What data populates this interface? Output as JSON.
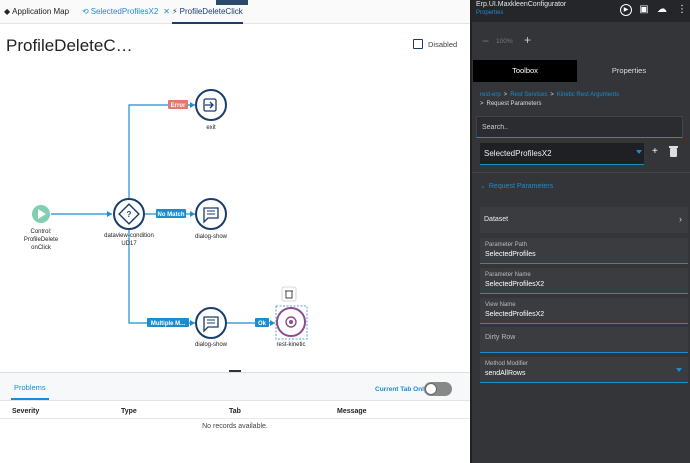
{
  "tabs": [
    {
      "label": "Application Map"
    },
    {
      "label": "SelectedProfilesX2"
    },
    {
      "label": "ProfileDeleteClick"
    }
  ],
  "canvas": {
    "title": "ProfileDeleteC…",
    "disabled_label": "Disabled"
  },
  "flow": {
    "nodes": {
      "control": [
        "Control:",
        "ProfileDelete",
        "onClick"
      ],
      "condition": [
        "dataview-condition",
        "UD17"
      ],
      "exit": "exit",
      "dialog1": "dialog-show",
      "dialog2": "dialog-show",
      "rest": "rest-kinetic"
    },
    "edges": {
      "error": "Error",
      "nomatch": "No Match",
      "multiple": "Multiple M...",
      "ok": "Ok"
    },
    "colors": {
      "node_stroke": "#1a3d6d",
      "edge": "#1d8ccf",
      "error": "#e8766f",
      "control": "#7fcfb0",
      "rest": "#8e4a8f"
    }
  },
  "problems": {
    "tab": "Problems",
    "current_tab_only": "Current Tab Only",
    "columns": [
      "Severity",
      "Type",
      "Tab",
      "Message"
    ],
    "empty": "No records available."
  },
  "rightpane": {
    "title": "Erp.UI.MaxkleenConfigurator",
    "subtitle": "Properties",
    "zoom": "100%",
    "tabs": {
      "toolbox": "Toolbox",
      "properties": "Properties"
    },
    "breadcrumb": [
      "rest-erp",
      "Rest Services",
      "Kinetic Rest Arguments",
      "Request Parameters"
    ],
    "search_placeholder": "Search..",
    "selected_view": "SelectedProfilesX2",
    "section": "Request Parameters",
    "dataset": "Dataset",
    "fields": {
      "parameter_path": {
        "label": "Parameter Path",
        "value": "SelectedProfiles"
      },
      "parameter_name": {
        "label": "Parameter Name",
        "value": "SelectedProfilesX2"
      },
      "view_name": {
        "label": "View Name",
        "value": "SelectedProfilesX2"
      },
      "dirty_row": {
        "label": "Dirty Row"
      },
      "method_modifier": {
        "label": "Method Modifier",
        "value": "sendAllRows"
      }
    }
  }
}
